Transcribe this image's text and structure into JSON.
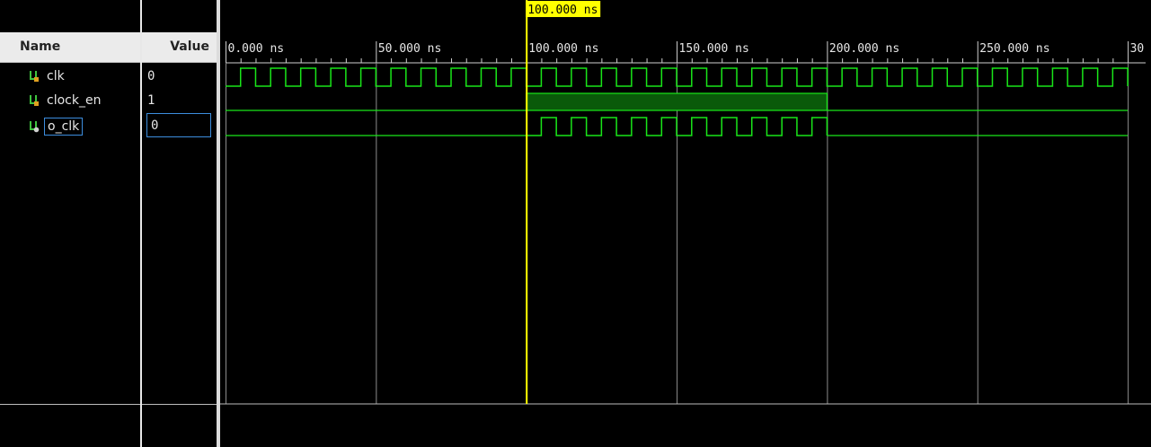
{
  "panels": {
    "name_header": "Name",
    "value_header": "Value"
  },
  "signals": [
    {
      "name": "clk",
      "value": "0",
      "icon": "signal-icon",
      "selected": false
    },
    {
      "name": "clock_en",
      "value": "1",
      "icon": "signal-icon",
      "selected": false
    },
    {
      "name": "o_clk",
      "value": "0",
      "icon": "signal-output-icon",
      "selected": true
    }
  ],
  "cursor": {
    "label": "100.000 ns",
    "time_ns": 100
  },
  "timeline": {
    "ticks": [
      {
        "label": "0.000 ns",
        "t": 0
      },
      {
        "label": "50.000 ns",
        "t": 50
      },
      {
        "label": "100.000 ns",
        "t": 100
      },
      {
        "label": "150.000 ns",
        "t": 150
      },
      {
        "label": "200.000 ns",
        "t": 200
      },
      {
        "label": "250.000 ns",
        "t": 250
      },
      {
        "label": "30",
        "t": 300
      }
    ],
    "visible_range_ns": [
      0,
      302
    ],
    "clk_period_ns": 10,
    "clock_en_high_ns": [
      100,
      200
    ],
    "o_clk_active_ns": [
      100,
      200
    ]
  },
  "colors": {
    "wave": "#19e619",
    "bus_fill": "#0a5a0a",
    "cursor": "#ffff00",
    "grid": "#8c8c8c",
    "background": "#000000"
  }
}
